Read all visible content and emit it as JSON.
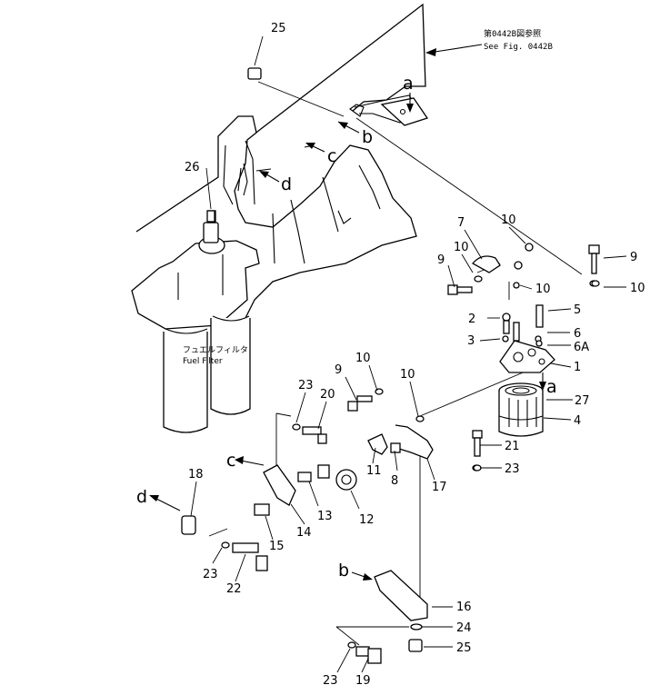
{
  "reference_note": {
    "jp": "第0442B図参照",
    "en": "See Fig. 0442B"
  },
  "filter_label": {
    "jp": "フュエルフィルタ",
    "en": "Fuel Filter"
  },
  "letters": {
    "a": "a",
    "b": "b",
    "c": "c",
    "d": "d"
  },
  "callouts": {
    "c25top": "25",
    "c26": "26",
    "c7": "7",
    "c10a": "10",
    "c10b": "10",
    "c9a": "9",
    "c9b": "9",
    "c10c": "10",
    "c10d": "10",
    "c2": "2",
    "c5": "5",
    "c3": "3",
    "c6": "6",
    "c6a": "6A",
    "c1": "1",
    "c27": "27",
    "c4": "4",
    "c23a": "23",
    "c20": "20",
    "c9c": "9",
    "c10e": "10",
    "c10f": "10",
    "c21": "21",
    "c23b": "23",
    "c11": "11",
    "c8": "8",
    "c17": "17",
    "c18": "18",
    "c14": "14",
    "c13": "13",
    "c12": "12",
    "c15": "15",
    "c23c": "23",
    "c22": "22",
    "c16": "16",
    "c24": "24",
    "c25b": "25",
    "c23d": "23",
    "c19": "19"
  }
}
